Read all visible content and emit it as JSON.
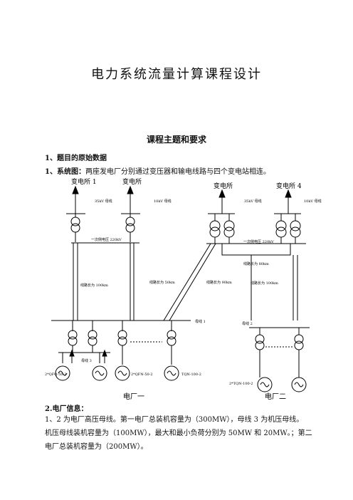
{
  "title": "电力系统流量计算课程设计",
  "section_title": "课程主题和要求",
  "h_raw": "1、题目的原始数据",
  "h_wiring_label": "1、系统图：",
  "h_wiring_text": "两座发电厂分别通过变压器和输电线路与四个变电站相连。",
  "diagram": {
    "substation1": "变电所 1",
    "substation2": "变电所",
    "substation3": "变电所",
    "substation4": "变电所 4",
    "bus35_a": "35kV 母线",
    "bus10_a": "10kV 母线",
    "bus35_b": "35kV 母线",
    "bus10_b": "10kV 母线",
    "primary_voltage_a": "一次侧电压 220kV",
    "primary_voltage_b": "一次侧电压 220kV",
    "line_100a": "线路长为 100km",
    "line_50a": "线路长为 50km",
    "line_90": "线路长为 90km",
    "line_80": "线路长为 80km",
    "line_100b": "线路长为 100km",
    "bus1": "母线 1",
    "bus2": "母线 2",
    "bus3": "母线 3",
    "gen_a": "2*QFQ-50-2",
    "gen_b": "2*QFN-50-2",
    "gen_c": "TQN-100-2",
    "gen_d": "2*TQN-100-2",
    "plant1": "电厂一",
    "plant2": "电厂二"
  },
  "h_plant": "2.电厂信息：",
  "p_line1": "1、2 为电厂高压母线。第一电厂总装机容量为（300MW），母线 3 为机压母线。",
  "p_line2": "机压母线装机容量为（100MW），最大和最小负荷分别为 50MW 和 20MW。；第二",
  "p_line3": "电厂总装机容量为（200MW）。"
}
